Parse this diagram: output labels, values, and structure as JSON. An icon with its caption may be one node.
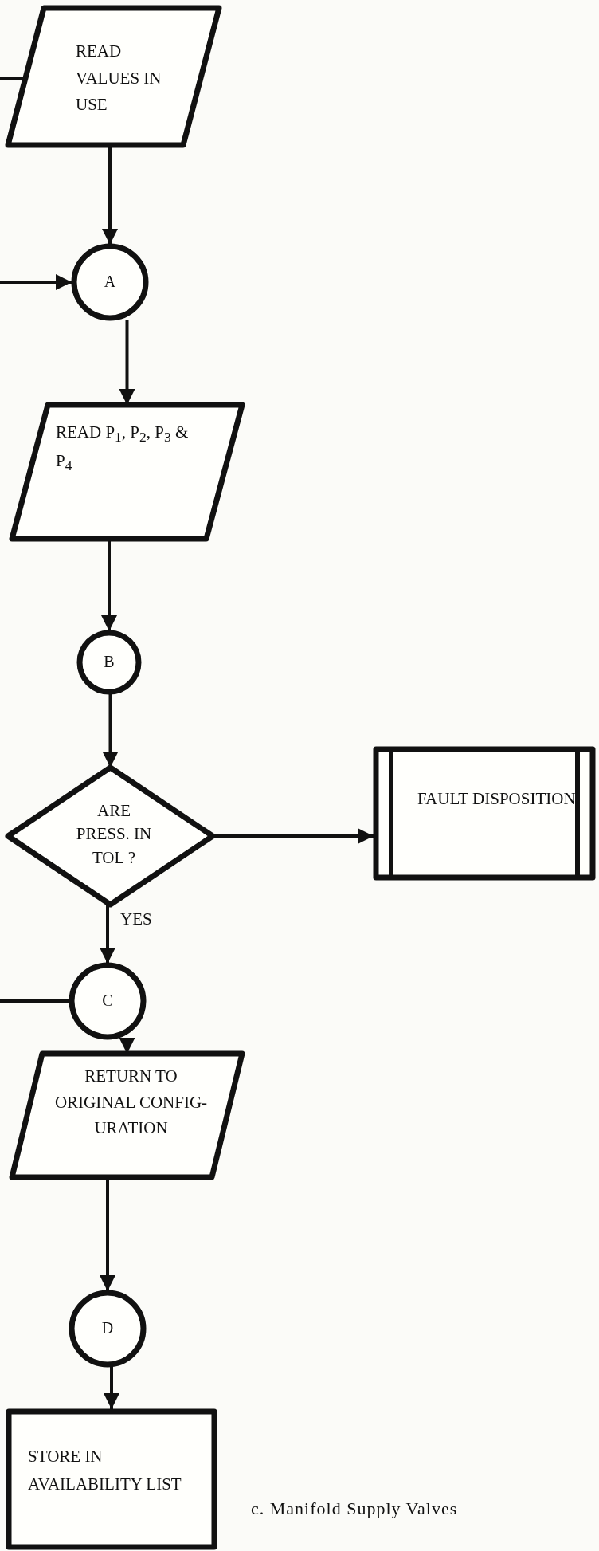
{
  "diagram": {
    "caption": "c. Manifold Supply Valves",
    "nodes": [
      {
        "text": [
          "READ VALUES IN USE"
        ]
      },
      {
        "text": [
          "A"
        ]
      },
      {
        "text": [
          "READ P$_{1}$, P$_{2}$, P$_{3}$ & P$_{4}$"
        ]
      },
      {
        "text": [
          "B"
        ]
      },
      {
        "text": [
          "ARE PRESS. IN TOL ?"
        ]
      },
      {
        "text": [
          "FAULT DISPOSITION"
        ]
      },
      {
        "text": [
          "C"
        ]
      },
      {
        "text": [
          "RETURN TO ORIGINAL CONFIG-URATION"
        ]
      },
      {
        "text": [
          "D"
        ]
      },
      {
        "text": [
          "STORE IN AVAILABILITY LIST"
        ]
      }
    ],
    "edges": [
      {
        "from": null,
        "to": 0,
        "arrow": "none"
      },
      {
        "from": 0,
        "to": 1,
        "arrow": "to"
      },
      {
        "from": null,
        "to": 1,
        "arrow": "to"
      },
      {
        "from": 1,
        "to": 2,
        "arrow": "to"
      },
      {
        "from": 2,
        "to": 3,
        "arrow": "to"
      },
      {
        "from": 3,
        "to": 4,
        "arrow": "to"
      },
      {
        "from": 4,
        "to": 5,
        "arrow": "to"
      },
      {
        "from": 4,
        "to": 6,
        "arrow": "to",
        "label": "YES"
      },
      {
        "from": null,
        "to": 6,
        "arrow": "none"
      },
      {
        "from": 6,
        "to": 7,
        "arrow": "to"
      },
      {
        "from": 7,
        "to": 8,
        "arrow": "to"
      },
      {
        "from": 8,
        "to": 9,
        "arrow": "to"
      }
    ]
  }
}
